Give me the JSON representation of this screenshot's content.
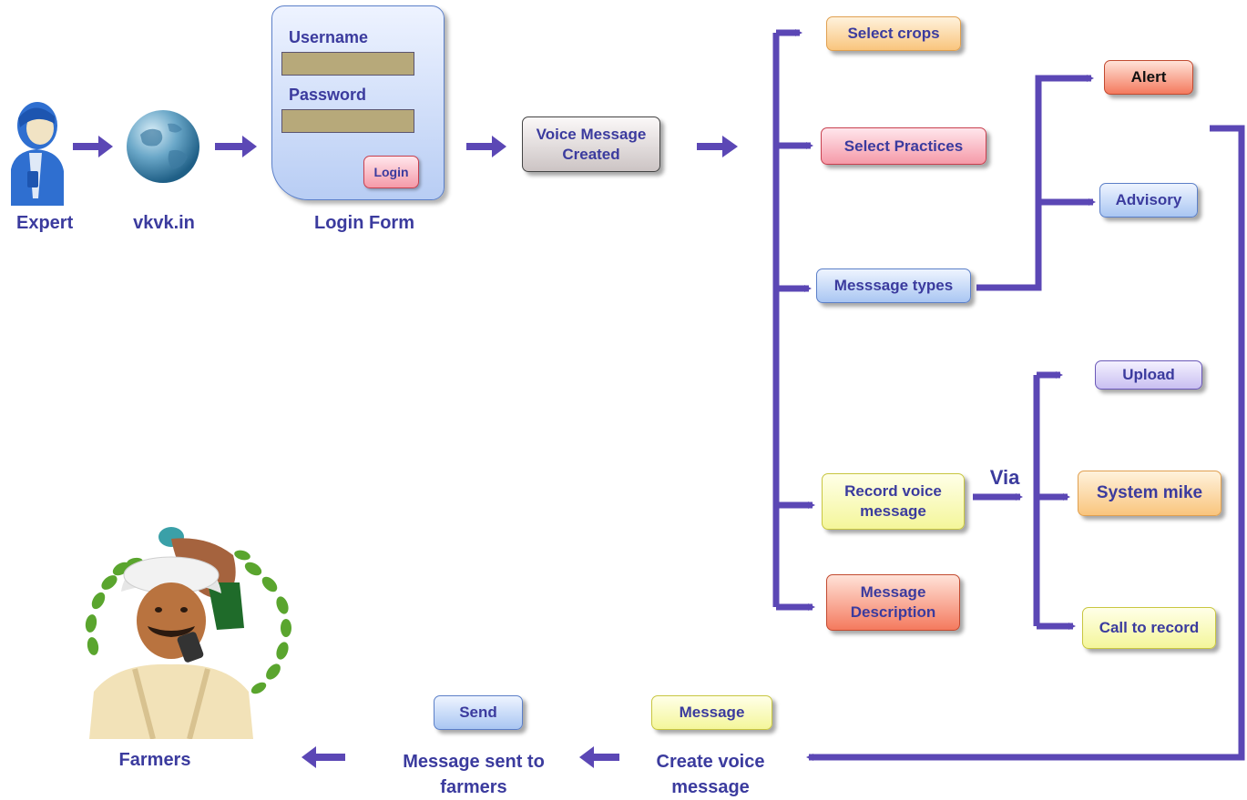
{
  "left_flow": {
    "expert_label": "Expert",
    "site_label": "vkvk.in",
    "login_form_label": "Login Form"
  },
  "login_form": {
    "username_label": "Username",
    "password_label": "Password",
    "login_button": "Login"
  },
  "voice_message_created": "Voice Message Created",
  "options": {
    "select_crops": "Select crops",
    "select_practices": "Select Practices",
    "message_types": "Messsage types",
    "record_voice_message": "Record voice message",
    "message_description": "Message Description"
  },
  "message_type_options": {
    "alert": "Alert",
    "advisory": "Advisory"
  },
  "via_label": "Via",
  "record_options": {
    "upload": "Upload",
    "system_mike": "System mike",
    "call_to_record": "Call to record"
  },
  "bottom_flow": {
    "message_badge": "Message",
    "create_voice_message": "Create voice message",
    "send_badge": "Send",
    "message_sent": "Message sent to farmers",
    "farmers_label": "Farmers"
  },
  "colors": {
    "arrow": "#5b47b5",
    "text": "#3b3b9e"
  }
}
